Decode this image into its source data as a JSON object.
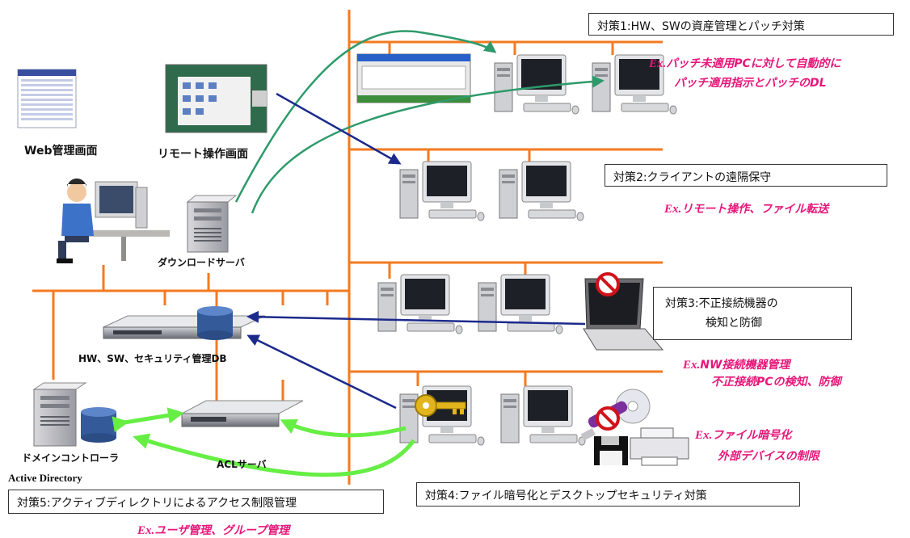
{
  "measures": {
    "m1": "対策1:HW、SWの資産管理とパッチ対策",
    "m2": "対策2:クライアントの遠隔保守",
    "m3_line1": "対策3:不正接続機器の",
    "m3_line2": "検知と防御",
    "m4": "対策4:ファイル暗号化とデスクトップセキュリティ対策",
    "m5": "対策5:アクティブディレクトリによるアクセス制限管理"
  },
  "examples": {
    "prefix": "Ex.",
    "m1_line1": "パッチ未適用PCに対して自動的に",
    "m1_line2": "パッチ適用指示とパッチのDL",
    "m2": "リモート操作、ファイル転送",
    "m3_line1": "NW接続機器管理",
    "m3_line2": "不正接続PCの検知、防御",
    "m4_line1": "ファイル暗号化",
    "m4_line2": "外部デバイスの制限",
    "m5": "ユーザ管理、グループ管理"
  },
  "labels": {
    "web_screen": "Web管理画面",
    "remote_screen": "リモート操作画面",
    "download_server": "ダウンロードサーバ",
    "mgmt_db": "HW、SW、セキュリティ管理DB",
    "domain_controller": "ドメインコントローラ",
    "active_directory": "Active Directory",
    "acl_server": "ACLサーバ"
  },
  "colors": {
    "network_line": "#f47a20",
    "green_arrow": "#2e9a6b",
    "blue_arrow": "#1c2a8c",
    "lime_arrow": "#66ee44",
    "accent_text": "#e6177a"
  },
  "icons": [
    "desktop-pc-icon",
    "server-tower-icon",
    "rack-server-icon",
    "database-icon",
    "laptop-icon",
    "prohibited-icon",
    "key-icon",
    "usb-drive-icon",
    "cd-disc-icon",
    "floppy-disk-icon",
    "printer-icon",
    "screen-thumbnail-icon",
    "operator-person-icon"
  ]
}
